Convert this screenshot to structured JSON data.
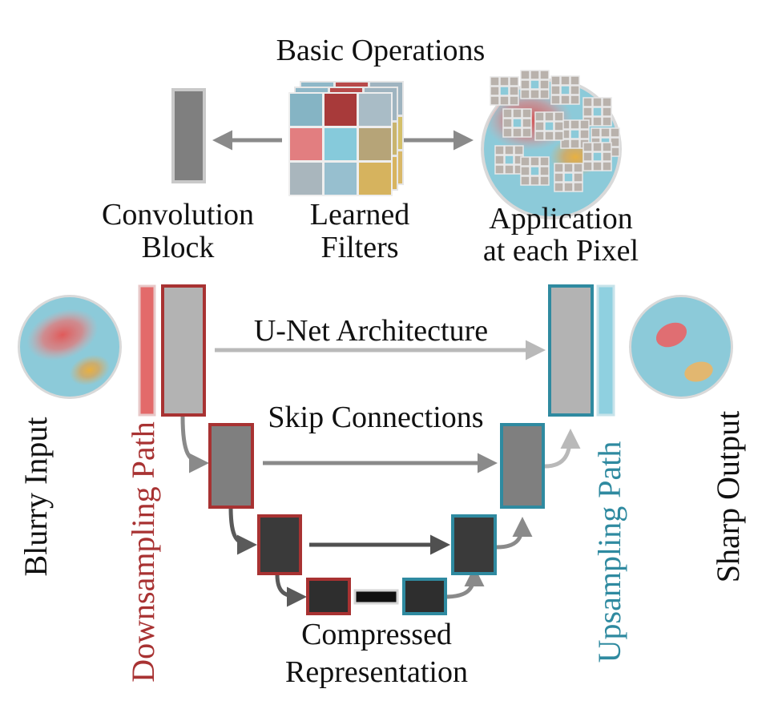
{
  "top": {
    "title": "Basic Operations",
    "conv_label_1": "Convolution",
    "conv_label_2": "Block",
    "filters_label_1": "Learned",
    "filters_label_2": "Filters",
    "apply_label_1": "Application",
    "apply_label_2": "at each Pixel"
  },
  "unet": {
    "architecture_label": "U-Net Architecture",
    "skip_label": "Skip Connections",
    "compressed_label_1": "Compressed",
    "compressed_label_2": "Representation",
    "input_label": "Blurry Input",
    "output_label": "Sharp Output",
    "down_label": "Downsampling Path",
    "up_label": "Upsampling Path"
  },
  "colors": {
    "down_red": "#a83232",
    "up_teal": "#2f8aa0",
    "input_bar": "#e36a6a",
    "output_bar": "#8fd0e0",
    "disc": "#8cccdc",
    "block_light": "#b3b3b3",
    "block_mid": "#7f7f7f",
    "block_dark": "#3a3a3a",
    "arrow_light": "#b9b9b9",
    "arrow_mid": "#8a8a8a",
    "arrow_dark": "#505050"
  },
  "icons": [
    "filter-grid-icon",
    "pixel-patch-icon"
  ]
}
